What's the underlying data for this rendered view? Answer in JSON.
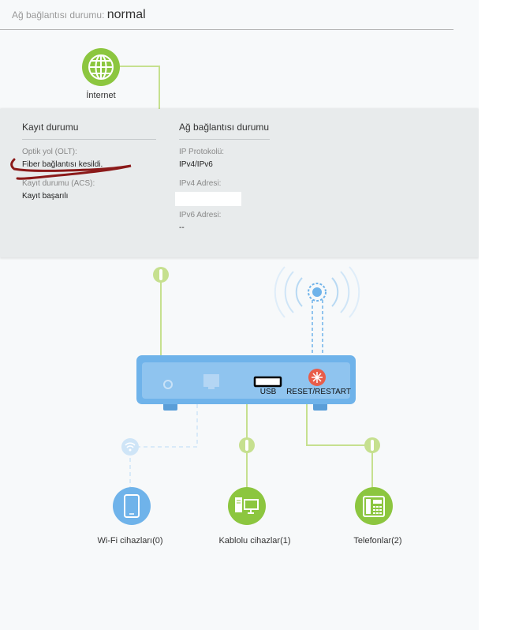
{
  "header": {
    "status_label": "Ağ bağlantısı durumu:",
    "status_value": "normal"
  },
  "internet": {
    "label": "İnternet",
    "icon": "globe-icon"
  },
  "registration": {
    "title": "Kayıt durumu",
    "olt_label": "Optik yol (OLT):",
    "olt_value": "Fiber bağlantısı kesildi.",
    "acs_label": "Kayıt durumu (ACS):",
    "acs_value": "Kayıt başarılı"
  },
  "network": {
    "title": "Ağ bağlantısı durumu",
    "ip_protocol_label": "IP Protokolü:",
    "ip_protocol_value": "IPv4/IPv6",
    "ipv4_label": "IPv4 Adresi:",
    "ipv6_label": "IPv6 Adresi:",
    "ipv6_value": "--"
  },
  "router": {
    "usb_label": "USB",
    "reset_label": "RESET/RESTART"
  },
  "devices": [
    {
      "label": "Wi-Fi cihazları(0)",
      "icon": "tablet-icon"
    },
    {
      "label": "Kablolu cihazlar(1)",
      "icon": "desktop-icon"
    },
    {
      "label": "Telefonlar(2)",
      "icon": "telephone-icon"
    }
  ],
  "colors": {
    "green": "#8cc63f",
    "blue": "#6fb3ea",
    "red": "#e85d4a",
    "annotation": "#8b1a1a"
  }
}
